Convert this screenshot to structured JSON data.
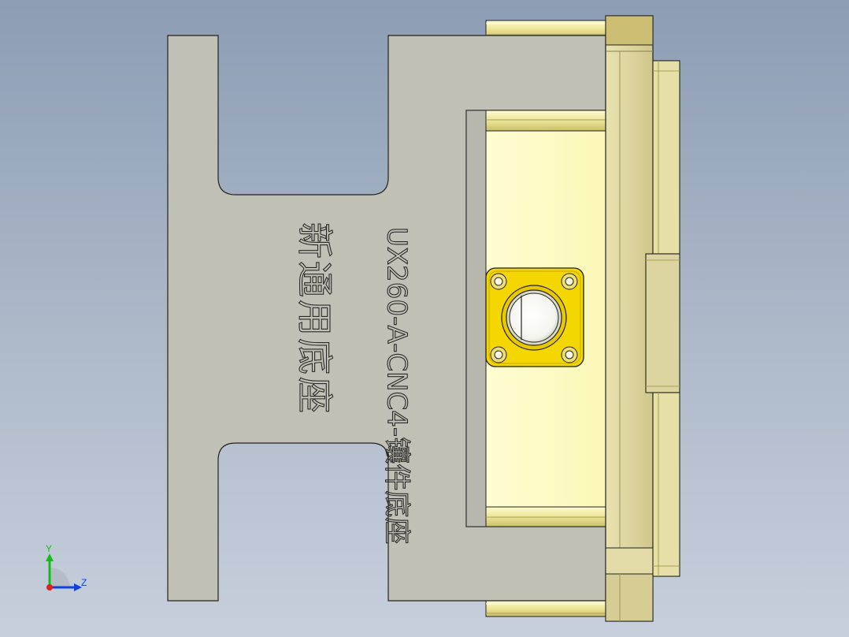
{
  "engraving": {
    "part_code": "UX260-A-CNC4-镶件底座",
    "part_name": "新通用底座"
  },
  "triad": {
    "y_label": "Y",
    "z_label": "Z"
  },
  "colors": {
    "background_top": "#8c9db4",
    "background_bottom": "#c7cfdc",
    "plate": "#c0c0b4",
    "rail_gold": "#ede69c",
    "insert_yellow": "#fdfdc4",
    "flange_yellow": "#f4d600",
    "side_block": "#d9d2a0",
    "axis_y": "#10c010",
    "axis_z": "#1040e0",
    "axis_x": "#e02020"
  }
}
